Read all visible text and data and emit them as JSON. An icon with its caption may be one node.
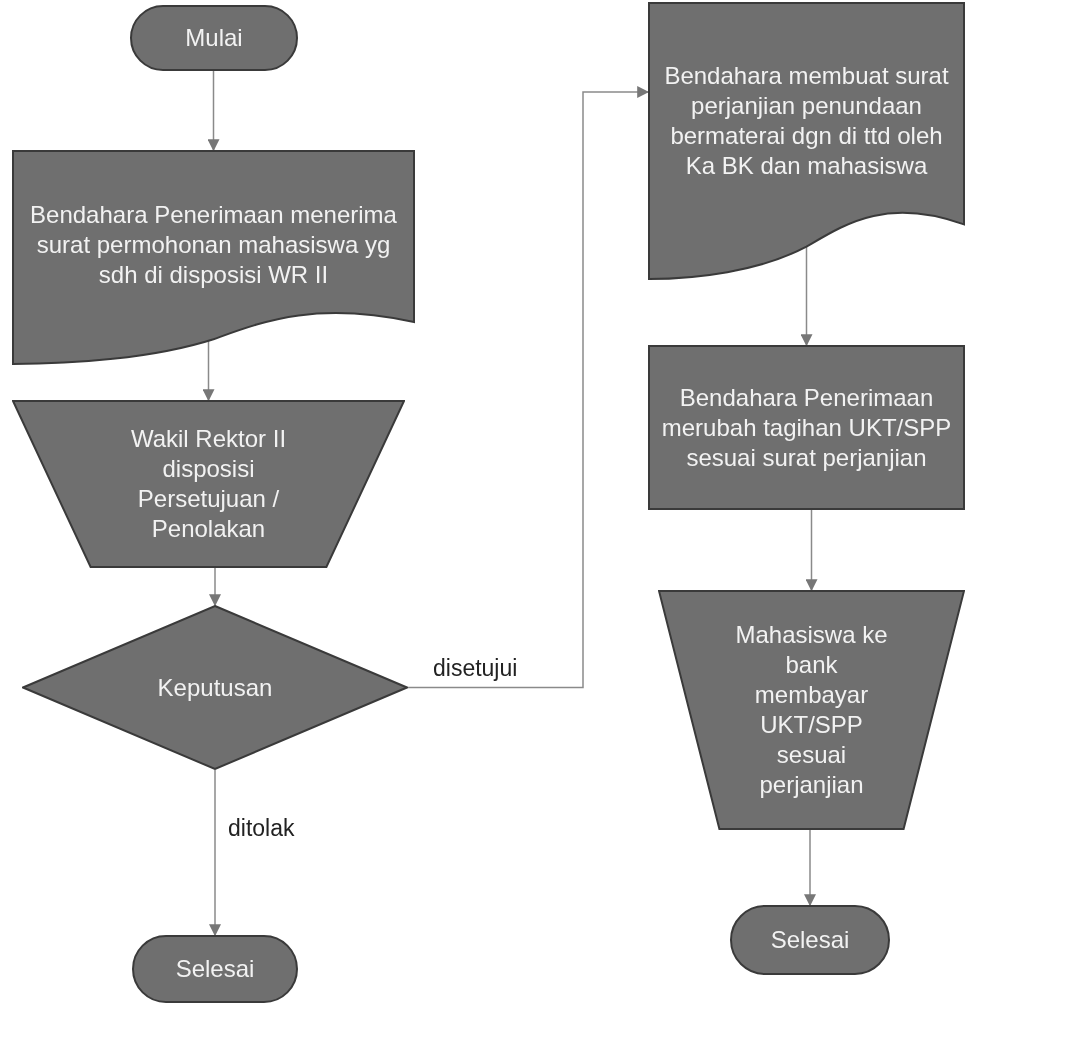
{
  "diagram": {
    "nodes": [
      {
        "text": [
          "Mulai"
        ]
      },
      {
        "text": [
          "Bendahara Penerimaan menerima surat permohonan mahasiswa yg sdh di disposisi WR II"
        ]
      },
      {
        "text": [
          "Wakil Rektor II disposisi Persetujuan / Penolakan"
        ]
      },
      {
        "text": [
          "Keputusan"
        ]
      },
      {
        "text": [
          "Selesai"
        ]
      },
      {
        "text": [
          "Bendahara membuat surat perjanjian penundaan bermaterai dgn di ttd oleh Ka BK dan mahasiswa"
        ]
      },
      {
        "text": [
          "Bendahara Penerimaan merubah tagihan UKT/SPP sesuai surat perjanjian"
        ]
      },
      {
        "text": [
          "Mahasiswa ke bank membayar UKT/SPP sesuai perjanjian"
        ]
      },
      {
        "text": [
          "Selesai"
        ]
      }
    ],
    "edges": [
      {
        "from": 0,
        "to": 1,
        "arrow": "to"
      },
      {
        "from": 1,
        "to": 2,
        "arrow": "to"
      },
      {
        "from": 2,
        "to": 3,
        "arrow": "to"
      },
      {
        "from": 3,
        "to": 4,
        "arrow": "to",
        "label": "ditolak"
      },
      {
        "from": 3,
        "to": 5,
        "arrow": "to",
        "label": "disetujui"
      },
      {
        "from": 5,
        "to": 6,
        "arrow": "to"
      },
      {
        "from": 6,
        "to": 7,
        "arrow": "to"
      },
      {
        "from": 7,
        "to": 8,
        "arrow": "to"
      }
    ]
  }
}
